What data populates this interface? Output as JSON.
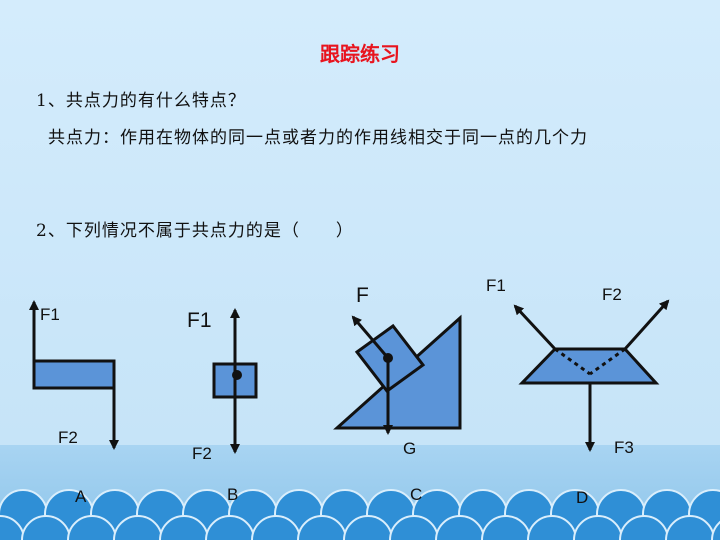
{
  "title": "跟踪练习",
  "question1": "1、共点力的有什么特点？",
  "answer1": "共点力：作用在物体的同一点或者力的作用线相交于同一点的几个力",
  "question2": "2、下列情况不属于共点力的是（　　）",
  "figures": {
    "a": {
      "option": "A",
      "force_top": "F1",
      "force_bottom": "F2"
    },
    "b": {
      "option": "B",
      "force_top": "F1",
      "force_bottom": "F2"
    },
    "c": {
      "option": "C",
      "force_push": "F",
      "force_gravity": "G"
    },
    "d": {
      "option": "D",
      "force_left": "F1",
      "force_right": "F2",
      "force_down": "F3"
    }
  },
  "colors": {
    "title": "#e8141e",
    "block_fill": "#5b94d8",
    "circle": "#2f8fd6",
    "background": "#cfe9fb"
  }
}
